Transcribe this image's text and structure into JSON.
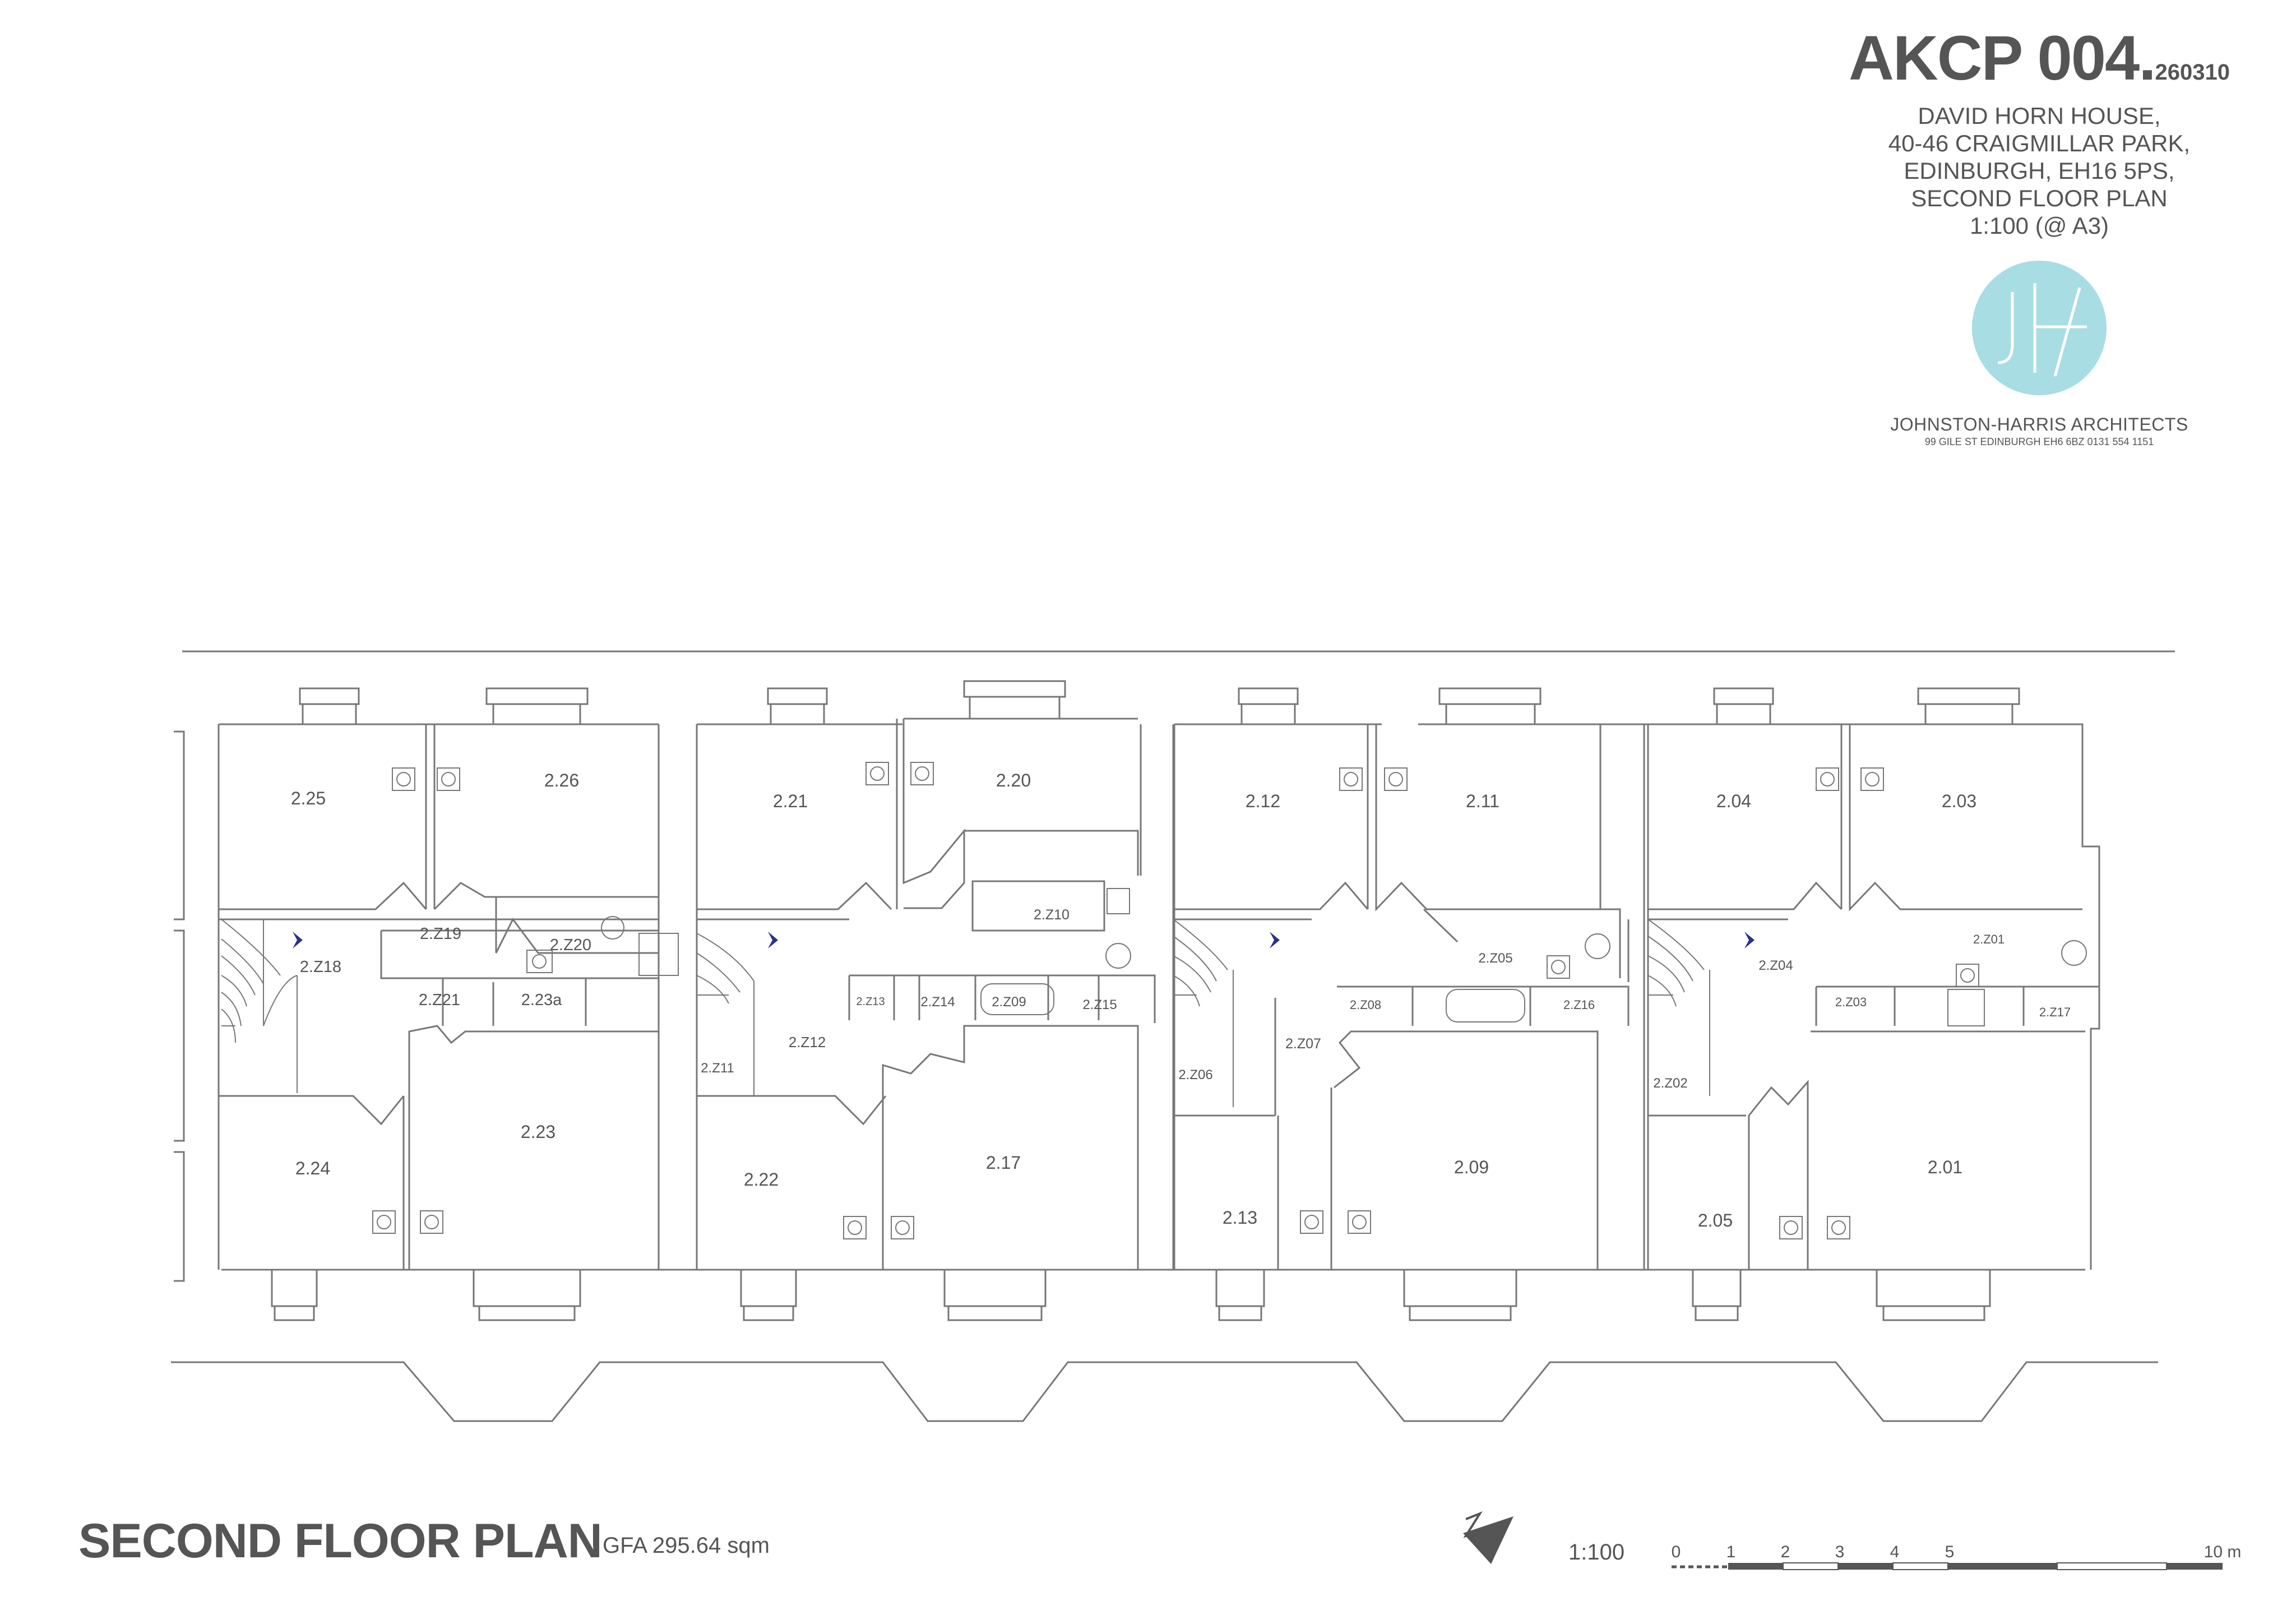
{
  "title_block": {
    "doc_no": "AKCP 004.",
    "doc_date": "260310",
    "address_lines": [
      "DAVID HORN HOUSE,",
      "40-46 CRAIGMILLAR PARK,",
      "EDINBURGH, EH16 5PS,",
      "SECOND FLOOR PLAN",
      "1:100 (@ A3)"
    ],
    "logo_text": "JH",
    "firm_name": "JOHNSTON-HARRIS ARCHITECTS",
    "firm_address": "99 GILE ST EDINBURGH EH6 6BZ 0131 554 1151"
  },
  "plan_title": "SECOND FLOOR PLAN",
  "gfa": "GFA 295.64 sqm",
  "scale_label": "1:100",
  "scale_bar": {
    "ticks": [
      "0",
      "1",
      "2",
      "3",
      "4",
      "5",
      "10 m"
    ]
  },
  "rooms": [
    "2.25",
    "2.26",
    "2.21",
    "2.20",
    "2.12",
    "2.11",
    "2.04",
    "2.03",
    "2.Z18",
    "2.Z19",
    "2.Z20",
    "2.Z21",
    "2.23a",
    "2.Z10",
    "2.Z13",
    "2.Z14",
    "2.Z09",
    "2.Z15",
    "2.Z05",
    "2.Z08",
    "2.Z16",
    "2.Z04",
    "2.Z01",
    "2.Z03",
    "2.Z17",
    "2.Z11",
    "2.Z12",
    "2.Z07",
    "2.Z06",
    "2.Z02",
    "2.24",
    "2.23",
    "2.22",
    "2.17",
    "2.13",
    "2.09",
    "2.05",
    "2.01"
  ],
  "colors": {
    "logo": "#a8dde3",
    "line": "#777777",
    "text": "#555555",
    "stair_arrow": "#2a2f8a"
  }
}
